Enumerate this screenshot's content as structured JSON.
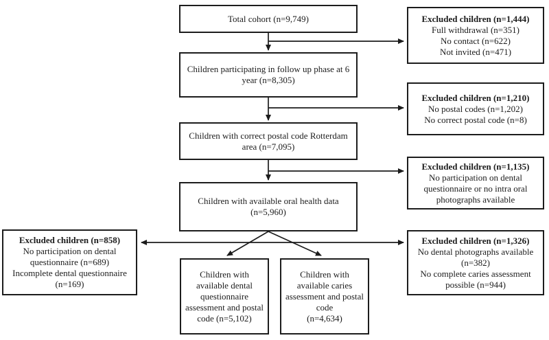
{
  "flowchart": {
    "boxes": {
      "total_cohort": {
        "lines": [
          "Total cohort (n=9,749)"
        ]
      },
      "follow_up": {
        "lines": [
          "Children participating in follow up phase at 6",
          "year (n=8,305)"
        ]
      },
      "postal_code": {
        "lines": [
          "Children with correct postal code Rotterdam",
          "area (n=7,095)"
        ]
      },
      "oral_health": {
        "lines": [
          "Children with available oral health data",
          "(n=5,960)"
        ]
      },
      "dental_questionnaire": {
        "lines": [
          "Children with",
          "available dental",
          "questionnaire",
          "assessment and postal",
          "code (n=5,102)"
        ]
      },
      "caries_assessment": {
        "lines": [
          "Children with",
          "available caries",
          "assessment and postal",
          "code",
          "(n=4,634)"
        ]
      },
      "excluded_withdrawal": {
        "title": "Excluded children (n=1,444)",
        "lines": [
          "Full withdrawal (n=351)",
          "No contact (n=622)",
          "Not invited (n=471)"
        ]
      },
      "excluded_postal": {
        "title": "Excluded children (n=1,210)",
        "lines": [
          "No postal codes (n=1,202)",
          "No correct postal code (n=8)"
        ]
      },
      "excluded_participation": {
        "title": "Excluded children (n=1,135)",
        "lines": [
          "No participation on dental",
          "questionnaire or no intra oral",
          "photographs available"
        ]
      },
      "excluded_photos": {
        "title": "Excluded children (n=1,326)",
        "lines": [
          "No dental photographs available",
          "(n=382)",
          "No complete caries assessment",
          "possible (n=944)"
        ]
      },
      "excluded_questionnaire": {
        "title": "Excluded children (n=858)",
        "lines": [
          "No participation on dental",
          "questionnaire (n=689)",
          "Incomplete dental questionnaire",
          "(n=169)"
        ]
      }
    },
    "colors": {
      "line": "#1c1c1c",
      "background": "#ffffff"
    }
  }
}
